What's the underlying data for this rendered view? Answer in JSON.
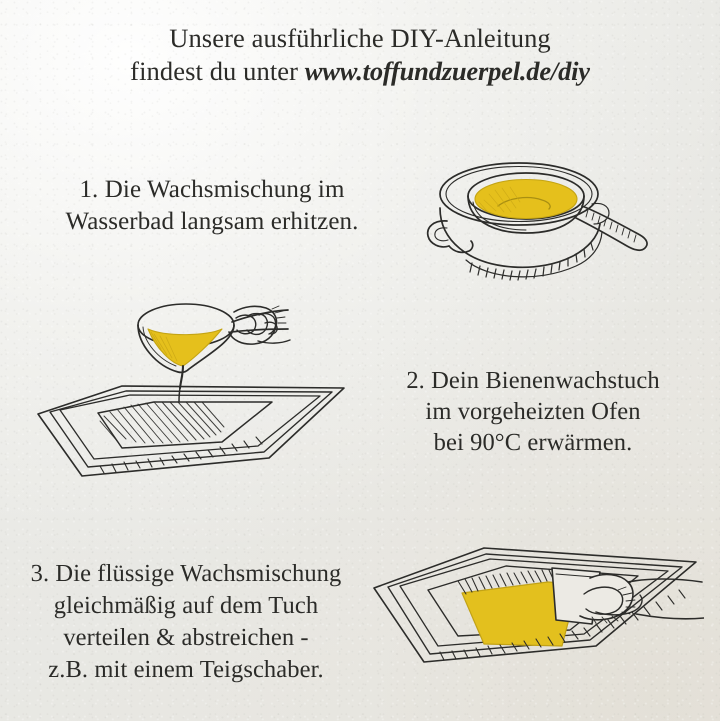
{
  "page": {
    "background_color": "#e9e9e5",
    "ink_color": "#2b2b28",
    "accent_color": "#e3c01e",
    "wax_color": "#e5c01c"
  },
  "header": {
    "line1": "Unsere ausführliche DIY-Anleitung",
    "line2_prefix": "findest du unter ",
    "url": "www.toffundzuerpel.de/diy"
  },
  "steps": [
    {
      "number": "1.",
      "lines": [
        "1. Die Wachsmischung im",
        "Wasserbad langsam erhitzen."
      ],
      "illustration": "double-boiler-pot-with-melted-wax"
    },
    {
      "number": "2.",
      "lines": [
        "2. Dein Bienenwachstuch",
        "im vorgeheizten Ofen",
        "bei 90°C erwärmen."
      ],
      "illustration": "hand-pouring-wax-onto-cloth-on-baking-tray"
    },
    {
      "number": "3.",
      "lines": [
        "3. Die flüssige Wachsmischung",
        "gleichmäßig auf dem Tuch",
        "verteilen & abstreichen -",
        "z.B. mit einem Teigschaber."
      ],
      "illustration": "hand-with-dough-scraper-spreading-wax-on-cloth"
    }
  ]
}
